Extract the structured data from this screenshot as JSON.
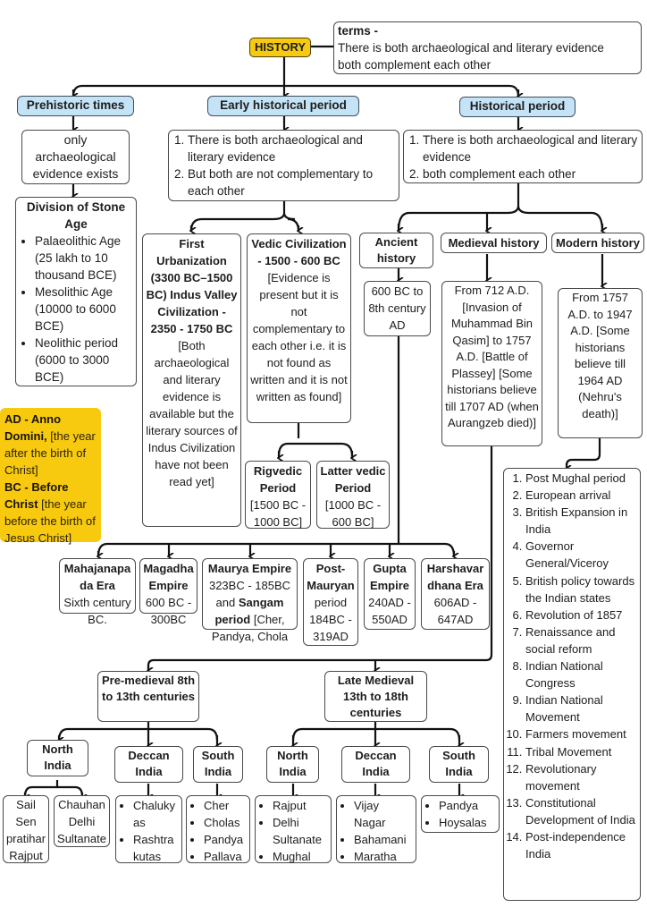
{
  "root": {
    "label": "HISTORY"
  },
  "terms": {
    "title": "terms -",
    "lines": [
      "There is both archaeological and literary evidence",
      "both complement each other"
    ]
  },
  "branches": {
    "prehistoric": {
      "label": "Prehistoric times",
      "desc": [
        "only",
        "archaeological",
        "evidence exists"
      ],
      "stone_age": {
        "title": "Division of Stone Age",
        "items": [
          "Palaeolithic Age (25 lakh to 10 thousand BCE)",
          "Mesolithic Age (10000 to 6000 BCE)",
          "Neolithic period (6000 to 3000 BCE)"
        ]
      }
    },
    "early_historical": {
      "label": "Early historical period",
      "points": [
        "There is both archaeological and literary evidence",
        "But both are not complementary to each other"
      ],
      "first_urbanization": {
        "title": "First Urbanization (3300 BC–1500 BC) Indus Valley Civilization - 2350 - 1750 BC",
        "desc": "[Both archaeological and literary evidence is available but the literary sources of Indus Civilization have not been read yet]"
      },
      "vedic": {
        "title": "Vedic Civilization - 1500 - 600 BC",
        "desc": "[Evidence is present but it is not complementary to each other i.e. it is not found as written and it is not written as found]",
        "rigvedic": {
          "title": "Rigvedic Period",
          "desc": "[1500 BC - 1000 BC]"
        },
        "latter_vedic": {
          "title": "Latter vedic Period",
          "desc": "[1000 BC - 600 BC]"
        }
      }
    },
    "historical": {
      "label": "Historical period",
      "points": [
        "There is both archaeological and literary evidence",
        "both complement each other"
      ],
      "ancient": {
        "label": "Ancient history",
        "desc": "600 BC to 8th century AD"
      },
      "medieval": {
        "label": "Medieval history",
        "desc": "From 712 A.D. [Invasion of Muhammad Bin Qasim] to 1757 A.D. [Battle of Plassey] [Some historians believe till 1707 AD (when Aurangzeb died)]"
      },
      "modern": {
        "label": "Modern history",
        "desc": "From 1757 A.D. to 1947 A.D. [Some historians believe till 1964 AD (Nehru's death)]",
        "topics": [
          "Post Mughal period",
          "European arrival",
          "British Expansion in India",
          "Governor General/Viceroy",
          "British policy towards the Indian states",
          "Revolution of 1857",
          "Renaissance and social reform",
          "Indian National Congress",
          "Indian National Movement",
          "Farmers movement",
          "Tribal Movement",
          "Revolutionary movement",
          "Constitutional Development of India",
          "Post-independence India"
        ]
      }
    }
  },
  "note": {
    "ad_term": "AD - Anno Domini,",
    "ad_desc": " [the year after the birth of Christ]",
    "bc_term": "BC - Before Christ",
    "bc_desc": " [the year before the birth of Jesus Christ]"
  },
  "ancient_eras": [
    {
      "title": "Mahajanapada Era",
      "desc": "Sixth century BC."
    },
    {
      "title": "Magadha Empire",
      "desc": "600 BC - 300BC"
    },
    {
      "title": "Maurya Empire",
      "desc1": "323BC - 185BC and ",
      "title2": "Sangam period",
      "desc2": " [Cher, Pandya, Chola"
    },
    {
      "title": "Post-Mauryan",
      "desc": "period 184BC - 319AD"
    },
    {
      "title": "Gupta Empire",
      "desc": "240AD - 550AD"
    },
    {
      "title": "Harshavardhana Era",
      "desc": "606AD - 647AD"
    }
  ],
  "pre_medieval": {
    "title": "Pre-medieval 8th to 13th centuries",
    "north": {
      "label": "North India",
      "children": [
        "Sail Sen pratihar Rajput",
        "Chauhan Delhi Sultanate"
      ]
    },
    "deccan": {
      "label": "Deccan India",
      "items": [
        "Chalukyas",
        "Rashtrakutas"
      ]
    },
    "south": {
      "label": "South India",
      "items": [
        "Cher",
        "Cholas",
        "Pandya",
        "Pallava"
      ]
    }
  },
  "late_medieval": {
    "title": "Late Medieval 13th to 18th centuries",
    "north": {
      "label": "North India",
      "items": [
        "Rajput",
        "Delhi Sultanate",
        "Mughal"
      ]
    },
    "deccan": {
      "label": "Deccan India",
      "items": [
        "Vijay Nagar",
        "Bahamani",
        "Maratha"
      ]
    },
    "south": {
      "label": "South India",
      "items": [
        "Pandya",
        "Hoysalas"
      ]
    }
  },
  "colors": {
    "root": "#f7c90f",
    "category": "#c5e3f6",
    "note": "#f7c90f",
    "line": "#111111"
  }
}
